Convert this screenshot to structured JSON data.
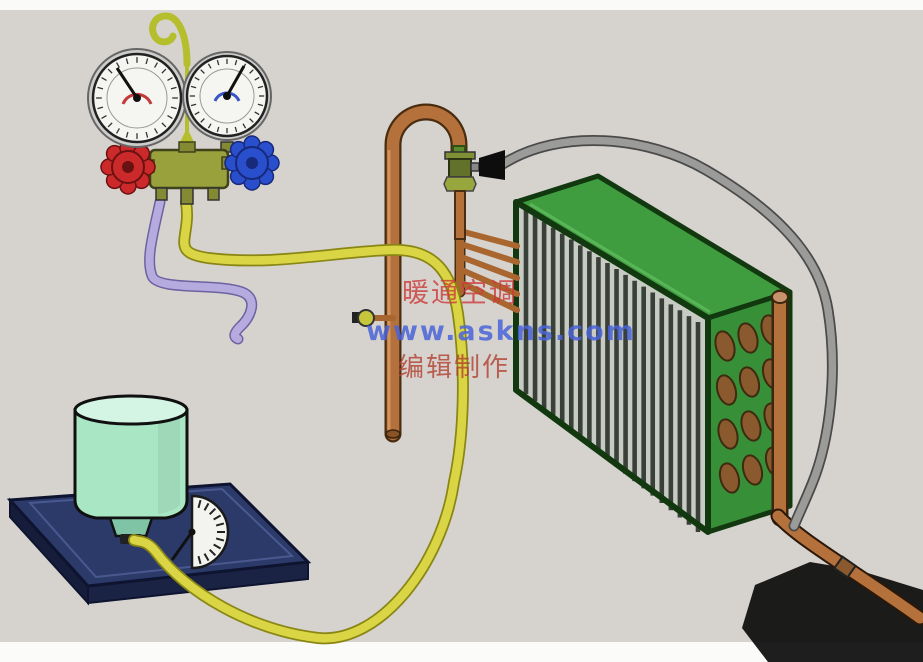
{
  "scene": {
    "watermark": {
      "line1": "暖通空调",
      "line2": "www.askns.com",
      "line3": "编辑制作"
    },
    "colors": {
      "background": "#d6d3cf",
      "copper_pipe": "#b5713b",
      "hose_yellow": "#d9d545",
      "hose_purple": "#b6abdf",
      "hose_gray": "#9b9b99",
      "coil_green": "#3f9c3f",
      "coil_fin_gray": "#c7cbc3",
      "coil_bend_brown": "#8a5a2e",
      "scale_navy": "#2c3a6a",
      "cylinder_mint": "#a8e6c4",
      "knob_red": "#cc2a2a",
      "knob_blue": "#2a4fcc",
      "manifold_brass": "#99a13d",
      "hook_green": "#b5bf2e",
      "shadow_black": "#0b0b0b"
    },
    "components": [
      "manifold-gauge-set",
      "low-pressure-gauge",
      "high-pressure-gauge",
      "hanging-hook",
      "red-valve-knob",
      "blue-valve-knob",
      "yellow-charging-hose",
      "purple-service-hose",
      "gray-suction-hose",
      "copper-riser-pipe",
      "shutoff-valve",
      "service-port-valve",
      "evaporator-coil",
      "coil-header-pipe",
      "liquid-line-pipe",
      "line-fitting",
      "refrigerant-cylinder",
      "charging-scale",
      "scale-dial",
      "floor-shadow"
    ]
  }
}
